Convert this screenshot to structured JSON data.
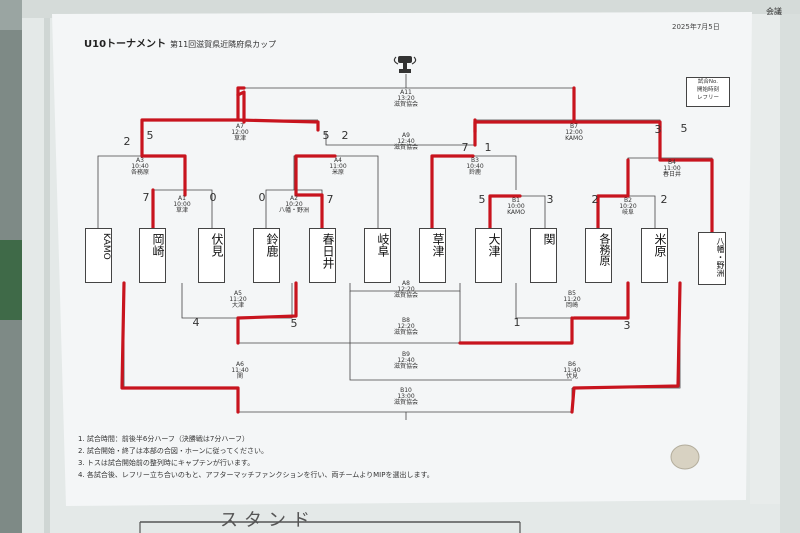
{
  "header": {
    "title": "U10トーナメント",
    "subtitle": "第11回滋賀県近隣府県カップ",
    "date": "2025年7月5日",
    "corner_label": "会議"
  },
  "legend": [
    "試合No.",
    "開始時刻",
    "レフリー"
  ],
  "teams": [
    "KAMO",
    "岡崎",
    "伏見",
    "鈴鹿",
    "春日井",
    "岐阜",
    "草津",
    "大津",
    "関",
    "各務原",
    "米原",
    "八幡・野洲"
  ],
  "matches_top": {
    "A11": [
      "A11",
      "13:20",
      "滋賀協会"
    ],
    "A7": [
      "A7",
      "12:00",
      "草津"
    ],
    "A9": [
      "A9",
      "12:40",
      "滋賀協会"
    ],
    "B7": [
      "B7",
      "12:00",
      "KAMO"
    ],
    "A3": [
      "A3",
      "10:40",
      "各務原"
    ],
    "A4": [
      "A4",
      "11:00",
      "米原"
    ],
    "B3": [
      "B3",
      "10:40",
      "鈴鹿"
    ],
    "B4": [
      "B4",
      "11:00",
      "春日井"
    ],
    "A1": [
      "A1",
      "10:00",
      "草津"
    ],
    "A2": [
      "A2",
      "10:20",
      "八幡・野洲"
    ],
    "B1": [
      "B1",
      "10:00",
      "KAMO"
    ],
    "B2": [
      "B2",
      "10:20",
      "岐阜"
    ]
  },
  "matches_bottom": {
    "A8": [
      "A8",
      "12:20",
      "滋賀協会"
    ],
    "A5": [
      "A5",
      "11:20",
      "大津"
    ],
    "B5": [
      "B5",
      "11:20",
      "岡崎"
    ],
    "B8": [
      "B8",
      "12:20",
      "滋賀協会"
    ],
    "B9": [
      "B9",
      "12:40",
      "滋賀協会"
    ],
    "A6": [
      "A6",
      "11:40",
      "関"
    ],
    "B6": [
      "B6",
      "11:40",
      "伏見"
    ],
    "B10": [
      "B10",
      "13:00",
      "滋賀協会"
    ]
  },
  "scores": {
    "a3_left": "2",
    "a3_right": "5",
    "a4_left": "5",
    "a4_right": "2",
    "a1_left": "7",
    "a1_right": "0",
    "a2_left": "0",
    "a2_right": "7",
    "b3_left": "7",
    "b3_right": "1",
    "b4_left": "3",
    "b4_right": "5",
    "b1_left": "5",
    "b1_right": "3",
    "b2_left": "2",
    "b2_right": "2",
    "a5_left": "4",
    "a5_right": "5",
    "b5_left": "1",
    "b5_right": "3"
  },
  "notes": [
    "1. 試合時間：前後半6分ハーフ（決勝戦は7分ハーフ）",
    "2. 試合開始・終了は本部の合図・ホーンに従ってください。",
    "3. トスは試合開始前の整列時にキャプテンが行います。",
    "4. 各試合後、レフリー立ち合いのもと、アフターマッチファンクションを行い、両チームよりMIPを選出します。"
  ],
  "whiteboard_text": "スタンド",
  "colors": {
    "winner_line": "#c8141e",
    "paper": "#f4f6f7",
    "board": "#e6ebe9"
  }
}
